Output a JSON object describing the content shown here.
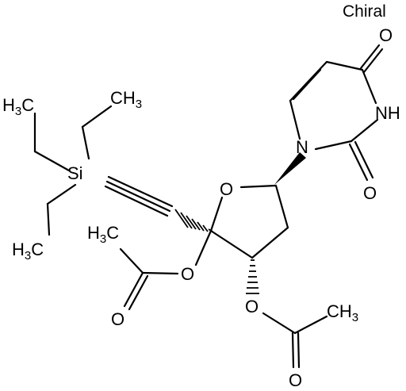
{
  "labels": {
    "chiral": "Chiral",
    "o_uracil_top": "O",
    "nh": "NH",
    "n1": "N",
    "o_uracil_c2": "O",
    "o_ring": "O",
    "si": "Si",
    "ch3_top_right": "CH",
    "ch3_top_right_sub": "3",
    "h3c_left_top": "H",
    "h3c_left_top_sub": "3",
    "h3c_left_top_c": "C",
    "h3c_left_bottom": "H",
    "h3c_left_bottom_sub": "3",
    "h3c_left_bottom_c": "C",
    "h3c_acetyl1": "H",
    "h3c_acetyl1_sub": "3",
    "h3c_acetyl1_c": "C",
    "o_ester1": "O",
    "o_carbonyl1": "O",
    "o_ester2": "O",
    "ch3_acetyl2": "CH",
    "ch3_acetyl2_sub": "3",
    "o_carbonyl2": "O"
  }
}
